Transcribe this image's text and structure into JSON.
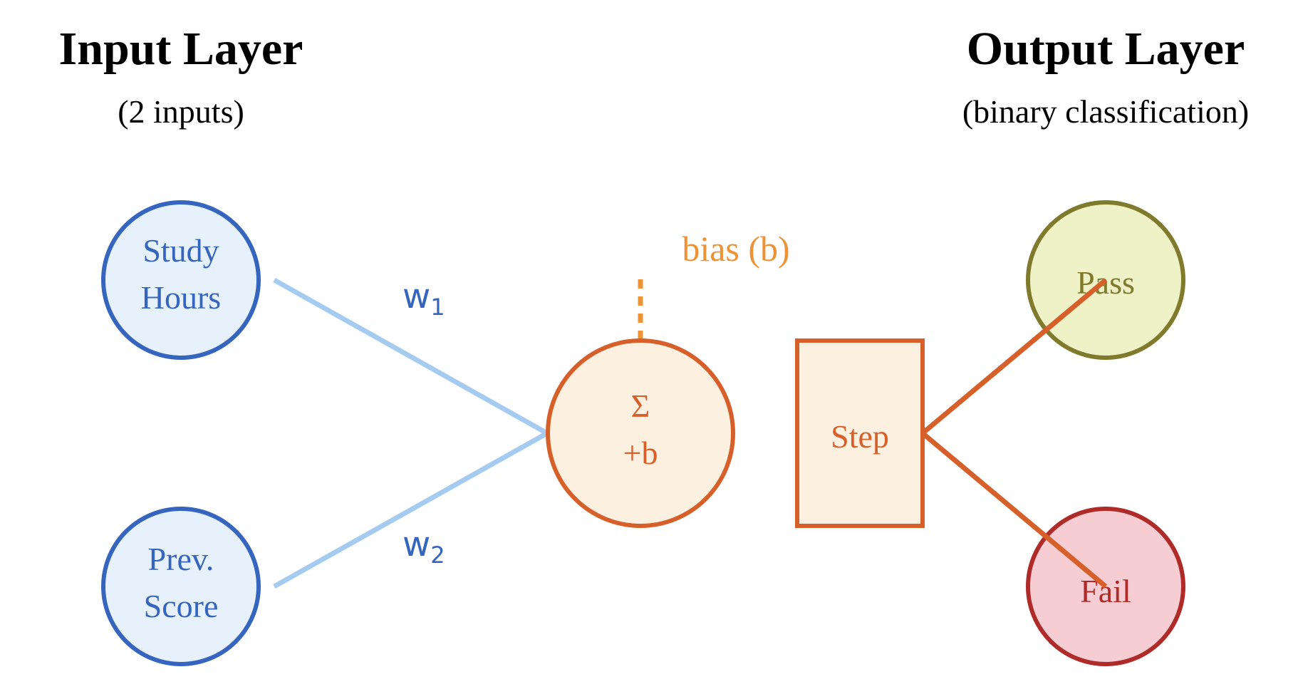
{
  "input_layer": {
    "title": "Input Layer",
    "subtitle": "(2 inputs)",
    "nodes": [
      {
        "id": "study-hours",
        "lines": [
          "Study",
          "Hours"
        ]
      },
      {
        "id": "prev-score",
        "lines": [
          "Prev.",
          "Score"
        ]
      }
    ]
  },
  "output_layer": {
    "title": "Output Layer",
    "subtitle": "(binary classification)",
    "nodes": [
      {
        "id": "pass",
        "label": "Pass"
      },
      {
        "id": "fail",
        "label": "Fail"
      }
    ]
  },
  "weights": [
    {
      "base": "w",
      "sub": "1"
    },
    {
      "base": "w",
      "sub": "2"
    }
  ],
  "neuron": {
    "symbol": "Σ",
    "bias_term": "+b"
  },
  "bias": {
    "label": "bias (b)"
  },
  "activation": {
    "label": "Step"
  },
  "colors": {
    "input_stroke": "#3565BE",
    "input_fill": "#E6F1FB",
    "input_text": "#3565BE",
    "edge_input": "#A6CBF1",
    "weight_text": "#3565BE",
    "neuron_stroke": "#D65F2A",
    "neuron_fill": "#FCF1E1",
    "neuron_text": "#D65F2A",
    "bias_color": "#EE9236",
    "edge_output": "#D65F2A",
    "pass_stroke": "#7F7A2C",
    "pass_fill": "#EEF2C6",
    "pass_text": "#7F7A2C",
    "fail_stroke": "#AE2B2A",
    "fail_fill": "#F6CDD3",
    "fail_text": "#AE2B2A"
  }
}
